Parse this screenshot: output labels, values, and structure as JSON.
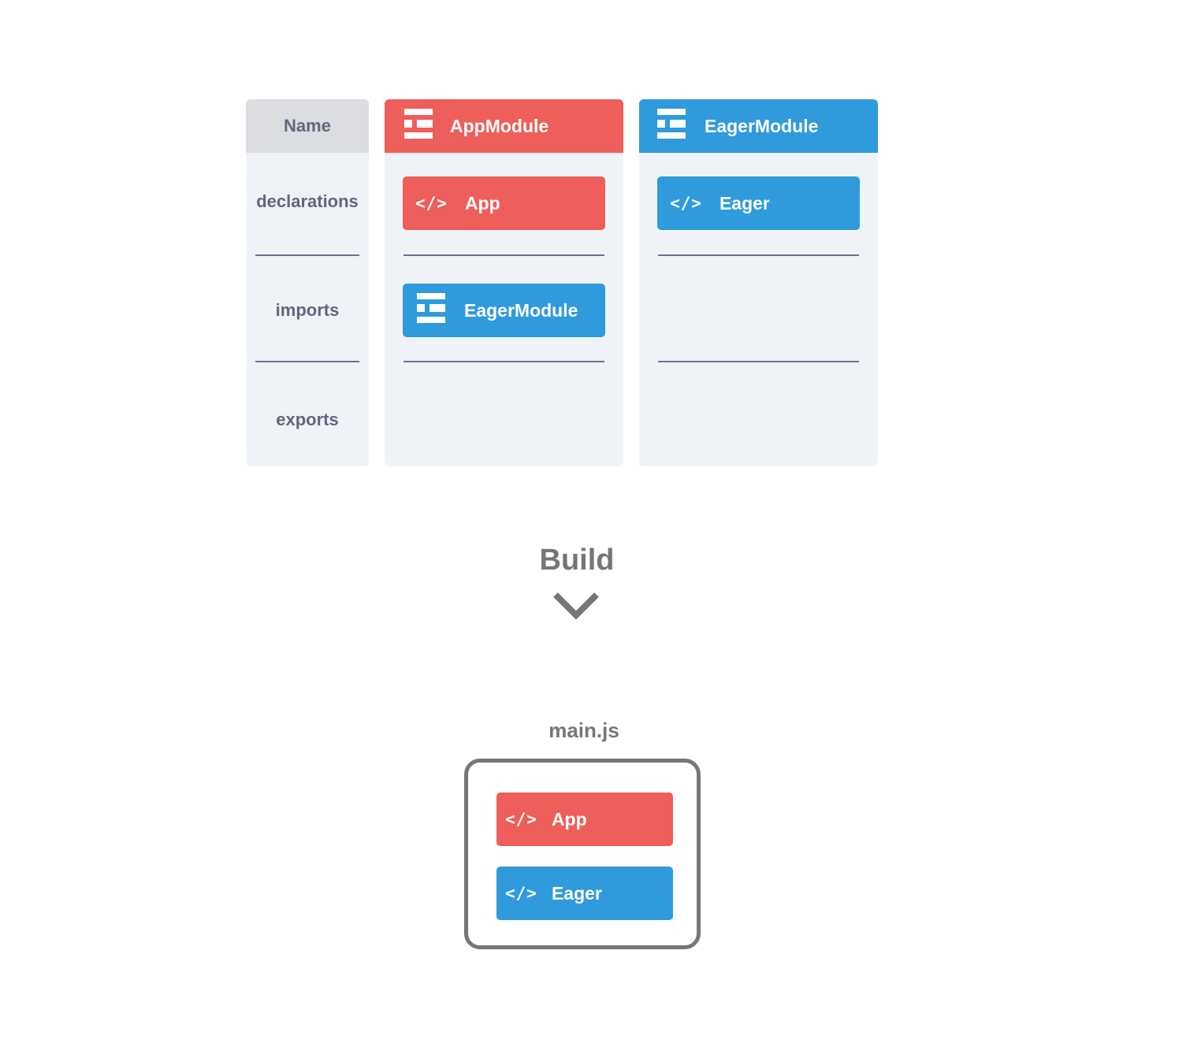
{
  "row_labels": {
    "name": "Name",
    "declarations": "declarations",
    "imports": "imports",
    "exports": "exports"
  },
  "modules": [
    {
      "name": "AppModule",
      "color": "#ee5e5a",
      "icon": "module-icon",
      "declarations": [
        {
          "icon": "code-icon",
          "icon_text": "</>",
          "label": "App"
        }
      ],
      "imports": [
        {
          "icon": "module-icon",
          "label": "EagerModule",
          "color": "#2f9adc"
        }
      ],
      "exports": []
    },
    {
      "name": "EagerModule",
      "color": "#2f9adc",
      "icon": "module-icon",
      "declarations": [
        {
          "icon": "code-icon",
          "icon_text": "</>",
          "label": "Eager"
        }
      ],
      "imports": [],
      "exports": []
    }
  ],
  "build": {
    "label": "Build",
    "icon": "chevron-down-icon"
  },
  "bundle": {
    "file": "main.js",
    "items": [
      {
        "icon": "code-icon",
        "icon_text": "</>",
        "label": "App",
        "color": "#ee5e5a"
      },
      {
        "icon": "code-icon",
        "icon_text": "</>",
        "label": "Eager",
        "color": "#2f9adc"
      }
    ]
  }
}
